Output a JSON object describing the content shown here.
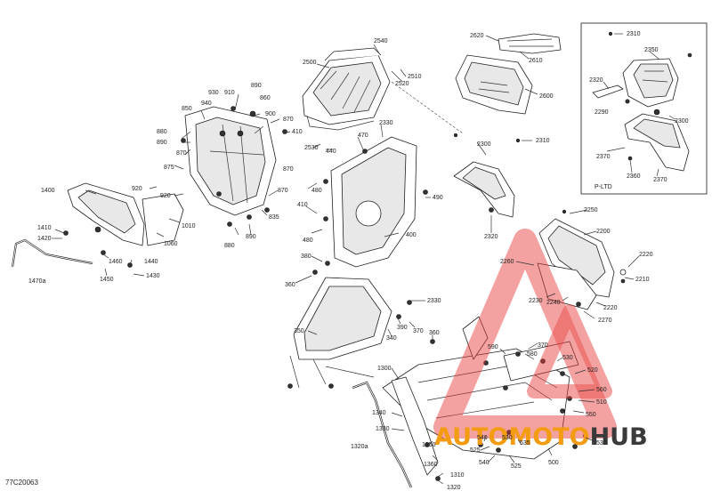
{
  "drawing_code": "77C20063",
  "inset_label": "P-LTD",
  "watermark": {
    "part1": "AUTOMOTO",
    "part2": "HUB",
    "color_red": "#e53935",
    "color_orange": "#f39c12",
    "color_dark": "#3a3a3a"
  },
  "callouts": {
    "c2540": "2540",
    "c2500": "2500",
    "c2510": "2510",
    "c2520": "2520",
    "c2620": "2620",
    "c2610": "2610",
    "c2600": "2600",
    "c2310a": "2310",
    "c2350": "2350",
    "c2320a": "2320",
    "c2290": "2290",
    "c2300a": "2300",
    "c2370a": "2370",
    "c2360": "2360",
    "c2370b": "2370",
    "c930": "930",
    "c910": "910",
    "c890a": "890",
    "c940": "940",
    "c860": "860",
    "c900": "900",
    "c850": "850",
    "c880a": "880",
    "c870a": "870",
    "c410a": "410",
    "c880b": "880",
    "c890b": "890",
    "c870b": "870",
    "c2530": "2530",
    "c440": "440",
    "c470": "470",
    "c2330a": "2330",
    "c1400": "1400",
    "c875": "875",
    "c870c": "870",
    "c920a": "920",
    "c920b": "920",
    "c870d": "870",
    "c480a": "480",
    "c490": "490",
    "c2300b": "2300",
    "c2310b": "2310",
    "c2320b": "2320",
    "c1010": "1010",
    "c1060": "1060",
    "c835": "835",
    "c880c": "880",
    "c890c": "890",
    "c410b": "410",
    "c480b": "480",
    "c400": "400",
    "c1410": "1410",
    "c1420": "1420",
    "c1460": "1460",
    "c1440": "1440",
    "c1450": "1450",
    "c1430": "1430",
    "c1470a": "1470a",
    "c2250": "2250",
    "c2200": "2200",
    "c2220a": "2220",
    "c2260": "2260",
    "c2210": "2210",
    "c2230": "2230",
    "c2240": "2240",
    "c2220b": "2220",
    "c2270": "2270",
    "c380": "380",
    "c360a": "360",
    "c2330b": "2330",
    "c390": "390",
    "c370a": "370",
    "c350": "350",
    "c340": "340",
    "c360b": "360",
    "c370b": "370",
    "c590": "590",
    "c580": "580",
    "c530a": "530",
    "c520": "520",
    "c560": "560",
    "c510": "510",
    "c550": "550",
    "c1300": "1300",
    "c1340": "1340",
    "c1330": "1330",
    "c1320a": "1320a",
    "c1350": "1350",
    "c540a": "540",
    "c525a": "525",
    "c540b": "540",
    "c530b": "530",
    "c535": "535",
    "c525b": "525",
    "c530c": "530",
    "c500": "500",
    "c1360": "1360",
    "c1310": "1310",
    "c1320b": "1320"
  }
}
